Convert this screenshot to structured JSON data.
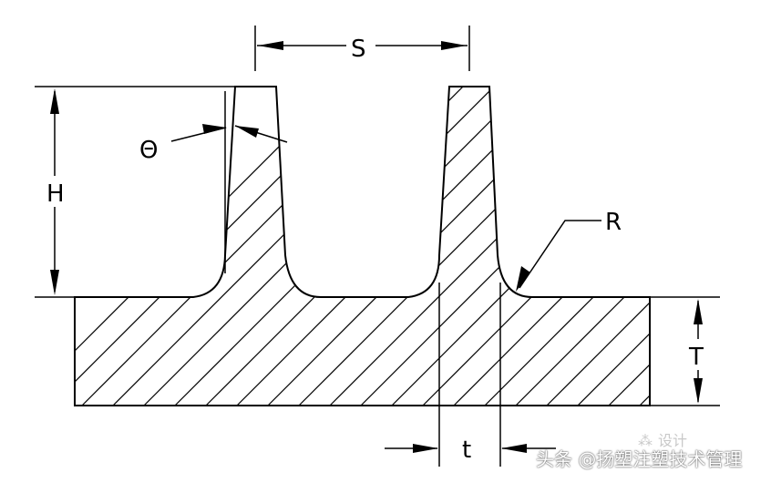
{
  "labels": {
    "S": "S",
    "H": "H",
    "theta": "Θ",
    "R": "R",
    "T": "T",
    "t": "t"
  },
  "watermark": {
    "text": "头条 @扬塑注塑技术管理",
    "faint": "设计",
    "icon": "watermark-logo-icon"
  }
}
